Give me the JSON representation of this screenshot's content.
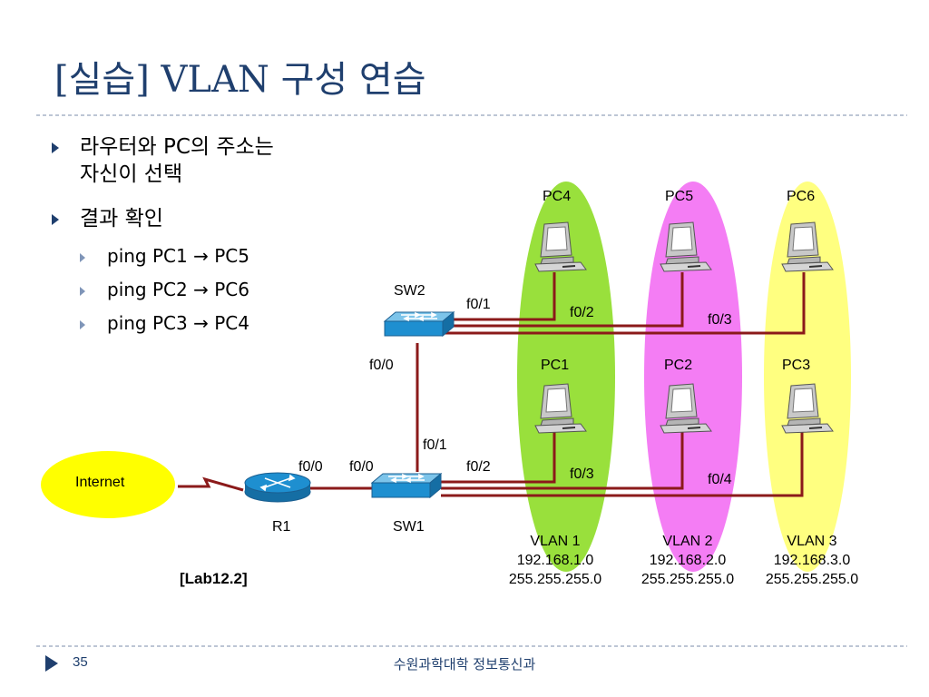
{
  "slide": {
    "title": "[실습] VLAN 구성 연습",
    "page_number": "35",
    "footer": "수원과학대학 정보통신과",
    "lab_label": "[Lab12.2]"
  },
  "bullets": [
    {
      "text_line1": "라우터와 PC의 주소는",
      "text_line2": "자신이 선택"
    },
    {
      "text_line1": "결과 확인"
    }
  ],
  "sub_bullets": [
    "ping PC1 → PC5",
    "ping PC2 → PC6",
    "ping PC3 → PC4"
  ],
  "diagram": {
    "internet": "Internet",
    "router": "R1",
    "sw1": "SW1",
    "sw2": "SW2",
    "pcs": {
      "pc1": "PC1",
      "pc2": "PC2",
      "pc3": "PC3",
      "pc4": "PC4",
      "pc5": "PC5",
      "pc6": "PC6"
    },
    "ports": {
      "r1_f00": "f0/0",
      "sw1_f00": "f0/0",
      "sw1_f01": "f0/1",
      "sw1_f02": "f0/2",
      "sw1_f03": "f0/3",
      "sw1_f04": "f0/4",
      "sw2_f00": "f0/0",
      "sw2_f01": "f0/1",
      "sw2_f02": "f0/2",
      "sw2_f03": "f0/3"
    },
    "vlans": [
      {
        "name": "VLAN 1",
        "network": "192.168.1.0",
        "mask": "255.255.255.0",
        "color": "#99e03c"
      },
      {
        "name": "VLAN 2",
        "network": "192.168.2.0",
        "mask": "255.255.255.0",
        "color": "#f47df4"
      },
      {
        "name": "VLAN 3",
        "network": "192.168.3.0",
        "mask": "255.255.255.0",
        "color": "#ffff80"
      }
    ],
    "internet_color": "#ffff00",
    "link_color": "#8b1a1a",
    "device_color": "#1e8fd0"
  }
}
